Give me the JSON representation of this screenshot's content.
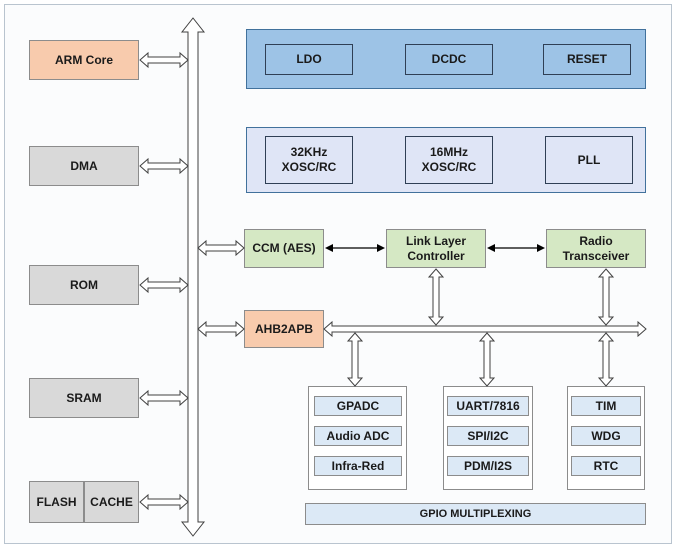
{
  "left_blocks": {
    "arm_core": "ARM Core",
    "dma": "DMA",
    "rom": "ROM",
    "sram": "SRAM",
    "flash": "FLASH",
    "cache": "CACHE"
  },
  "power": {
    "ldo": "LDO",
    "dcdc": "DCDC",
    "reset": "RESET"
  },
  "clocks": {
    "osc32_line1": "32KHz",
    "osc32_line2": "XOSC/RC",
    "osc16_line1": "16MHz",
    "osc16_line2": "XOSC/RC",
    "pll": "PLL"
  },
  "radio": {
    "ccm": "CCM (AES)",
    "link_line1": "Link Layer",
    "link_line2": "Controller",
    "radio_line1": "Radio",
    "radio_line2": "Transceiver"
  },
  "bridge": {
    "ahb2apb": "AHB2APB"
  },
  "peripherals": {
    "gpadc": "GPADC",
    "audio_adc": "Audio ADC",
    "infra_red": "Infra-Red",
    "uart": "UART/7816",
    "spi": "SPI/I2C",
    "pdm": "PDM/I2S",
    "tim": "TIM",
    "wdg": "WDG",
    "rtc": "RTC"
  },
  "gpio": "GPIO MULTIPLEXING",
  "colors": {
    "core_orange": "#f8cbad",
    "memory_gray": "#d9d9d9",
    "power_blue": "#9dc3e6",
    "clock_lavender": "#dfe5f6",
    "radio_green": "#d5e8c4",
    "gpio_lightblue": "#dce9f6"
  }
}
